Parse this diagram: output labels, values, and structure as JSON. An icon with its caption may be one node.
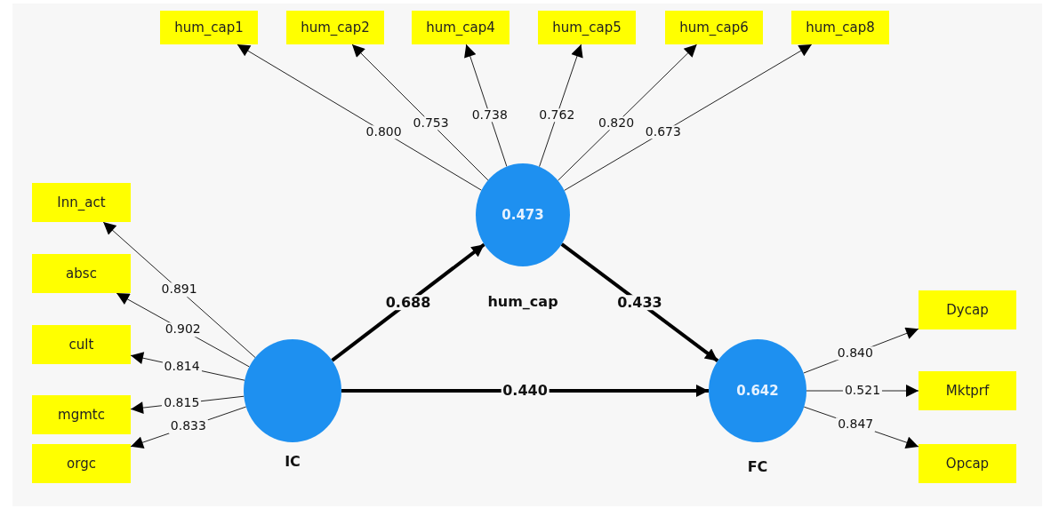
{
  "diagram": {
    "nodes": [
      {
        "text": [
          "hum_cap1"
        ]
      },
      {
        "text": [
          "hum_cap2"
        ]
      },
      {
        "text": [
          "hum_cap4"
        ]
      },
      {
        "text": [
          "hum_cap5"
        ]
      },
      {
        "text": [
          "hum_cap6"
        ]
      },
      {
        "text": [
          "hum_cap8"
        ]
      },
      {
        "text": [
          "Inn_act"
        ]
      },
      {
        "text": [
          "0.473",
          "hum_cap"
        ]
      },
      {
        "text": [
          "absc"
        ]
      },
      {
        "text": [
          "Dycap"
        ]
      },
      {
        "text": [
          "cult"
        ]
      },
      {
        "text": [
          "IC"
        ]
      },
      {
        "text": [
          "0.642",
          "FC"
        ]
      },
      {
        "text": [
          "Mktprf"
        ]
      },
      {
        "text": [
          "mgmtc"
        ]
      },
      {
        "text": [
          "orgc"
        ]
      },
      {
        "text": [
          "Opcap"
        ]
      }
    ],
    "edges": [
      {
        "from": 7,
        "to": 0,
        "arrow": "to",
        "label": "0.800"
      },
      {
        "from": 7,
        "to": 1,
        "arrow": "to",
        "label": "0.753"
      },
      {
        "from": 7,
        "to": 2,
        "arrow": "to",
        "label": "0.738"
      },
      {
        "from": 7,
        "to": 3,
        "arrow": "to",
        "label": "0.762"
      },
      {
        "from": 7,
        "to": 4,
        "arrow": "to",
        "label": "0.820"
      },
      {
        "from": 7,
        "to": 5,
        "arrow": "to",
        "label": "0.673"
      },
      {
        "from": 11,
        "to": 6,
        "arrow": "to",
        "label": "0.891"
      },
      {
        "from": 11,
        "to": 8,
        "arrow": "to",
        "label": "0.902"
      },
      {
        "from": 11,
        "to": 10,
        "arrow": "to",
        "label": "0.814"
      },
      {
        "from": 11,
        "to": 14,
        "arrow": "to",
        "label": "0.815"
      },
      {
        "from": 11,
        "to": 15,
        "arrow": "to",
        "label": "0.833"
      },
      {
        "from": 11,
        "to": 7,
        "arrow": "to",
        "label": "0.688",
        "style": "thick"
      },
      {
        "from": 7,
        "to": 12,
        "arrow": "to",
        "label": "0.433",
        "style": "thick"
      },
      {
        "from": 11,
        "to": 12,
        "arrow": "to",
        "label": "0.440",
        "style": "thick"
      },
      {
        "from": 12,
        "to": 9,
        "arrow": "to",
        "label": "0.840"
      },
      {
        "from": 12,
        "to": 13,
        "arrow": "to",
        "label": "0.521"
      },
      {
        "from": 12,
        "to": 16,
        "arrow": "to",
        "label": "0.847"
      }
    ]
  }
}
